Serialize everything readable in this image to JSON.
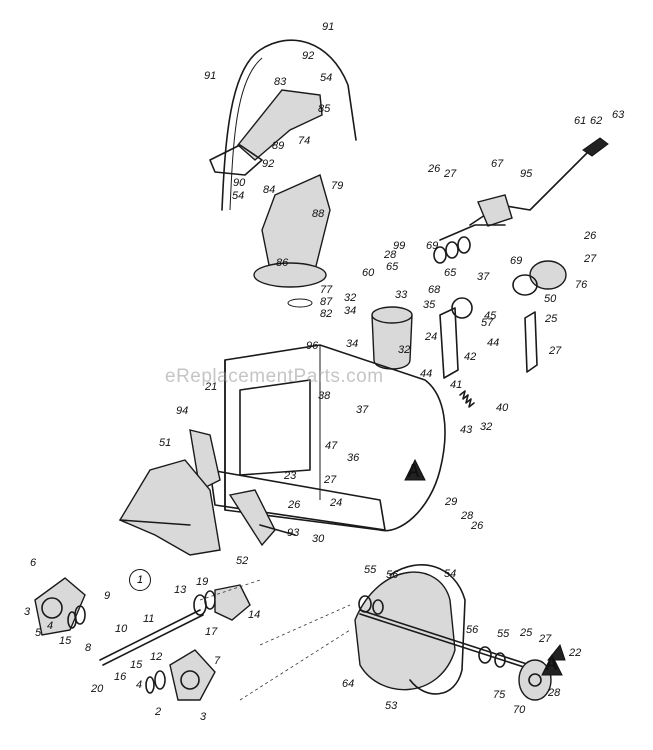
{
  "watermark": "eReplacementParts.com",
  "sub_assembly_marker": "1",
  "callouts": [
    {
      "text": "91"
    },
    {
      "text": "92"
    },
    {
      "text": "91"
    },
    {
      "text": "83"
    },
    {
      "text": "54"
    },
    {
      "text": "85"
    },
    {
      "text": "74"
    },
    {
      "text": "89"
    },
    {
      "text": "92"
    },
    {
      "text": "90"
    },
    {
      "text": "54"
    },
    {
      "text": "84"
    },
    {
      "text": "79"
    },
    {
      "text": "88"
    },
    {
      "text": "86"
    },
    {
      "text": "77"
    },
    {
      "text": "87"
    },
    {
      "text": "82"
    },
    {
      "text": "61"
    },
    {
      "text": "62"
    },
    {
      "text": "63"
    },
    {
      "text": "26"
    },
    {
      "text": "27"
    },
    {
      "text": "67"
    },
    {
      "text": "95"
    },
    {
      "text": "99"
    },
    {
      "text": "28"
    },
    {
      "text": "65"
    },
    {
      "text": "60"
    },
    {
      "text": "69"
    },
    {
      "text": "65"
    },
    {
      "text": "33"
    },
    {
      "text": "68"
    },
    {
      "text": "37"
    },
    {
      "text": "57"
    },
    {
      "text": "69"
    },
    {
      "text": "26"
    },
    {
      "text": "27"
    },
    {
      "text": "76"
    },
    {
      "text": "32"
    },
    {
      "text": "34"
    },
    {
      "text": "35"
    },
    {
      "text": "45"
    },
    {
      "text": "50"
    },
    {
      "text": "25"
    },
    {
      "text": "96"
    },
    {
      "text": "34"
    },
    {
      "text": "24"
    },
    {
      "text": "32"
    },
    {
      "text": "44"
    },
    {
      "text": "42"
    },
    {
      "text": "27"
    },
    {
      "text": "44"
    },
    {
      "text": "21"
    },
    {
      "text": "41"
    },
    {
      "text": "38"
    },
    {
      "text": "37"
    },
    {
      "text": "40"
    },
    {
      "text": "43"
    },
    {
      "text": "32"
    },
    {
      "text": "47"
    },
    {
      "text": "36"
    },
    {
      "text": "94"
    },
    {
      "text": "51"
    },
    {
      "text": "23"
    },
    {
      "text": "27"
    },
    {
      "text": "26"
    },
    {
      "text": "24"
    },
    {
      "text": "29"
    },
    {
      "text": "28"
    },
    {
      "text": "26"
    },
    {
      "text": "93"
    },
    {
      "text": "30"
    },
    {
      "text": "52"
    },
    {
      "text": "A"
    },
    {
      "text": "6"
    },
    {
      "text": "9"
    },
    {
      "text": "13"
    },
    {
      "text": "19"
    },
    {
      "text": "3"
    },
    {
      "text": "5"
    },
    {
      "text": "15"
    },
    {
      "text": "4"
    },
    {
      "text": "10"
    },
    {
      "text": "17"
    },
    {
      "text": "14"
    },
    {
      "text": "8"
    },
    {
      "text": "11"
    },
    {
      "text": "12"
    },
    {
      "text": "7"
    },
    {
      "text": "15"
    },
    {
      "text": "20"
    },
    {
      "text": "16"
    },
    {
      "text": "4"
    },
    {
      "text": "2"
    },
    {
      "text": "3"
    },
    {
      "text": "55"
    },
    {
      "text": "56"
    },
    {
      "text": "54"
    },
    {
      "text": "64"
    },
    {
      "text": "53"
    },
    {
      "text": "56"
    },
    {
      "text": "55"
    },
    {
      "text": "25"
    },
    {
      "text": "27"
    },
    {
      "text": "22"
    },
    {
      "text": "75"
    },
    {
      "text": "A"
    },
    {
      "text": "28"
    },
    {
      "text": "70"
    }
  ]
}
